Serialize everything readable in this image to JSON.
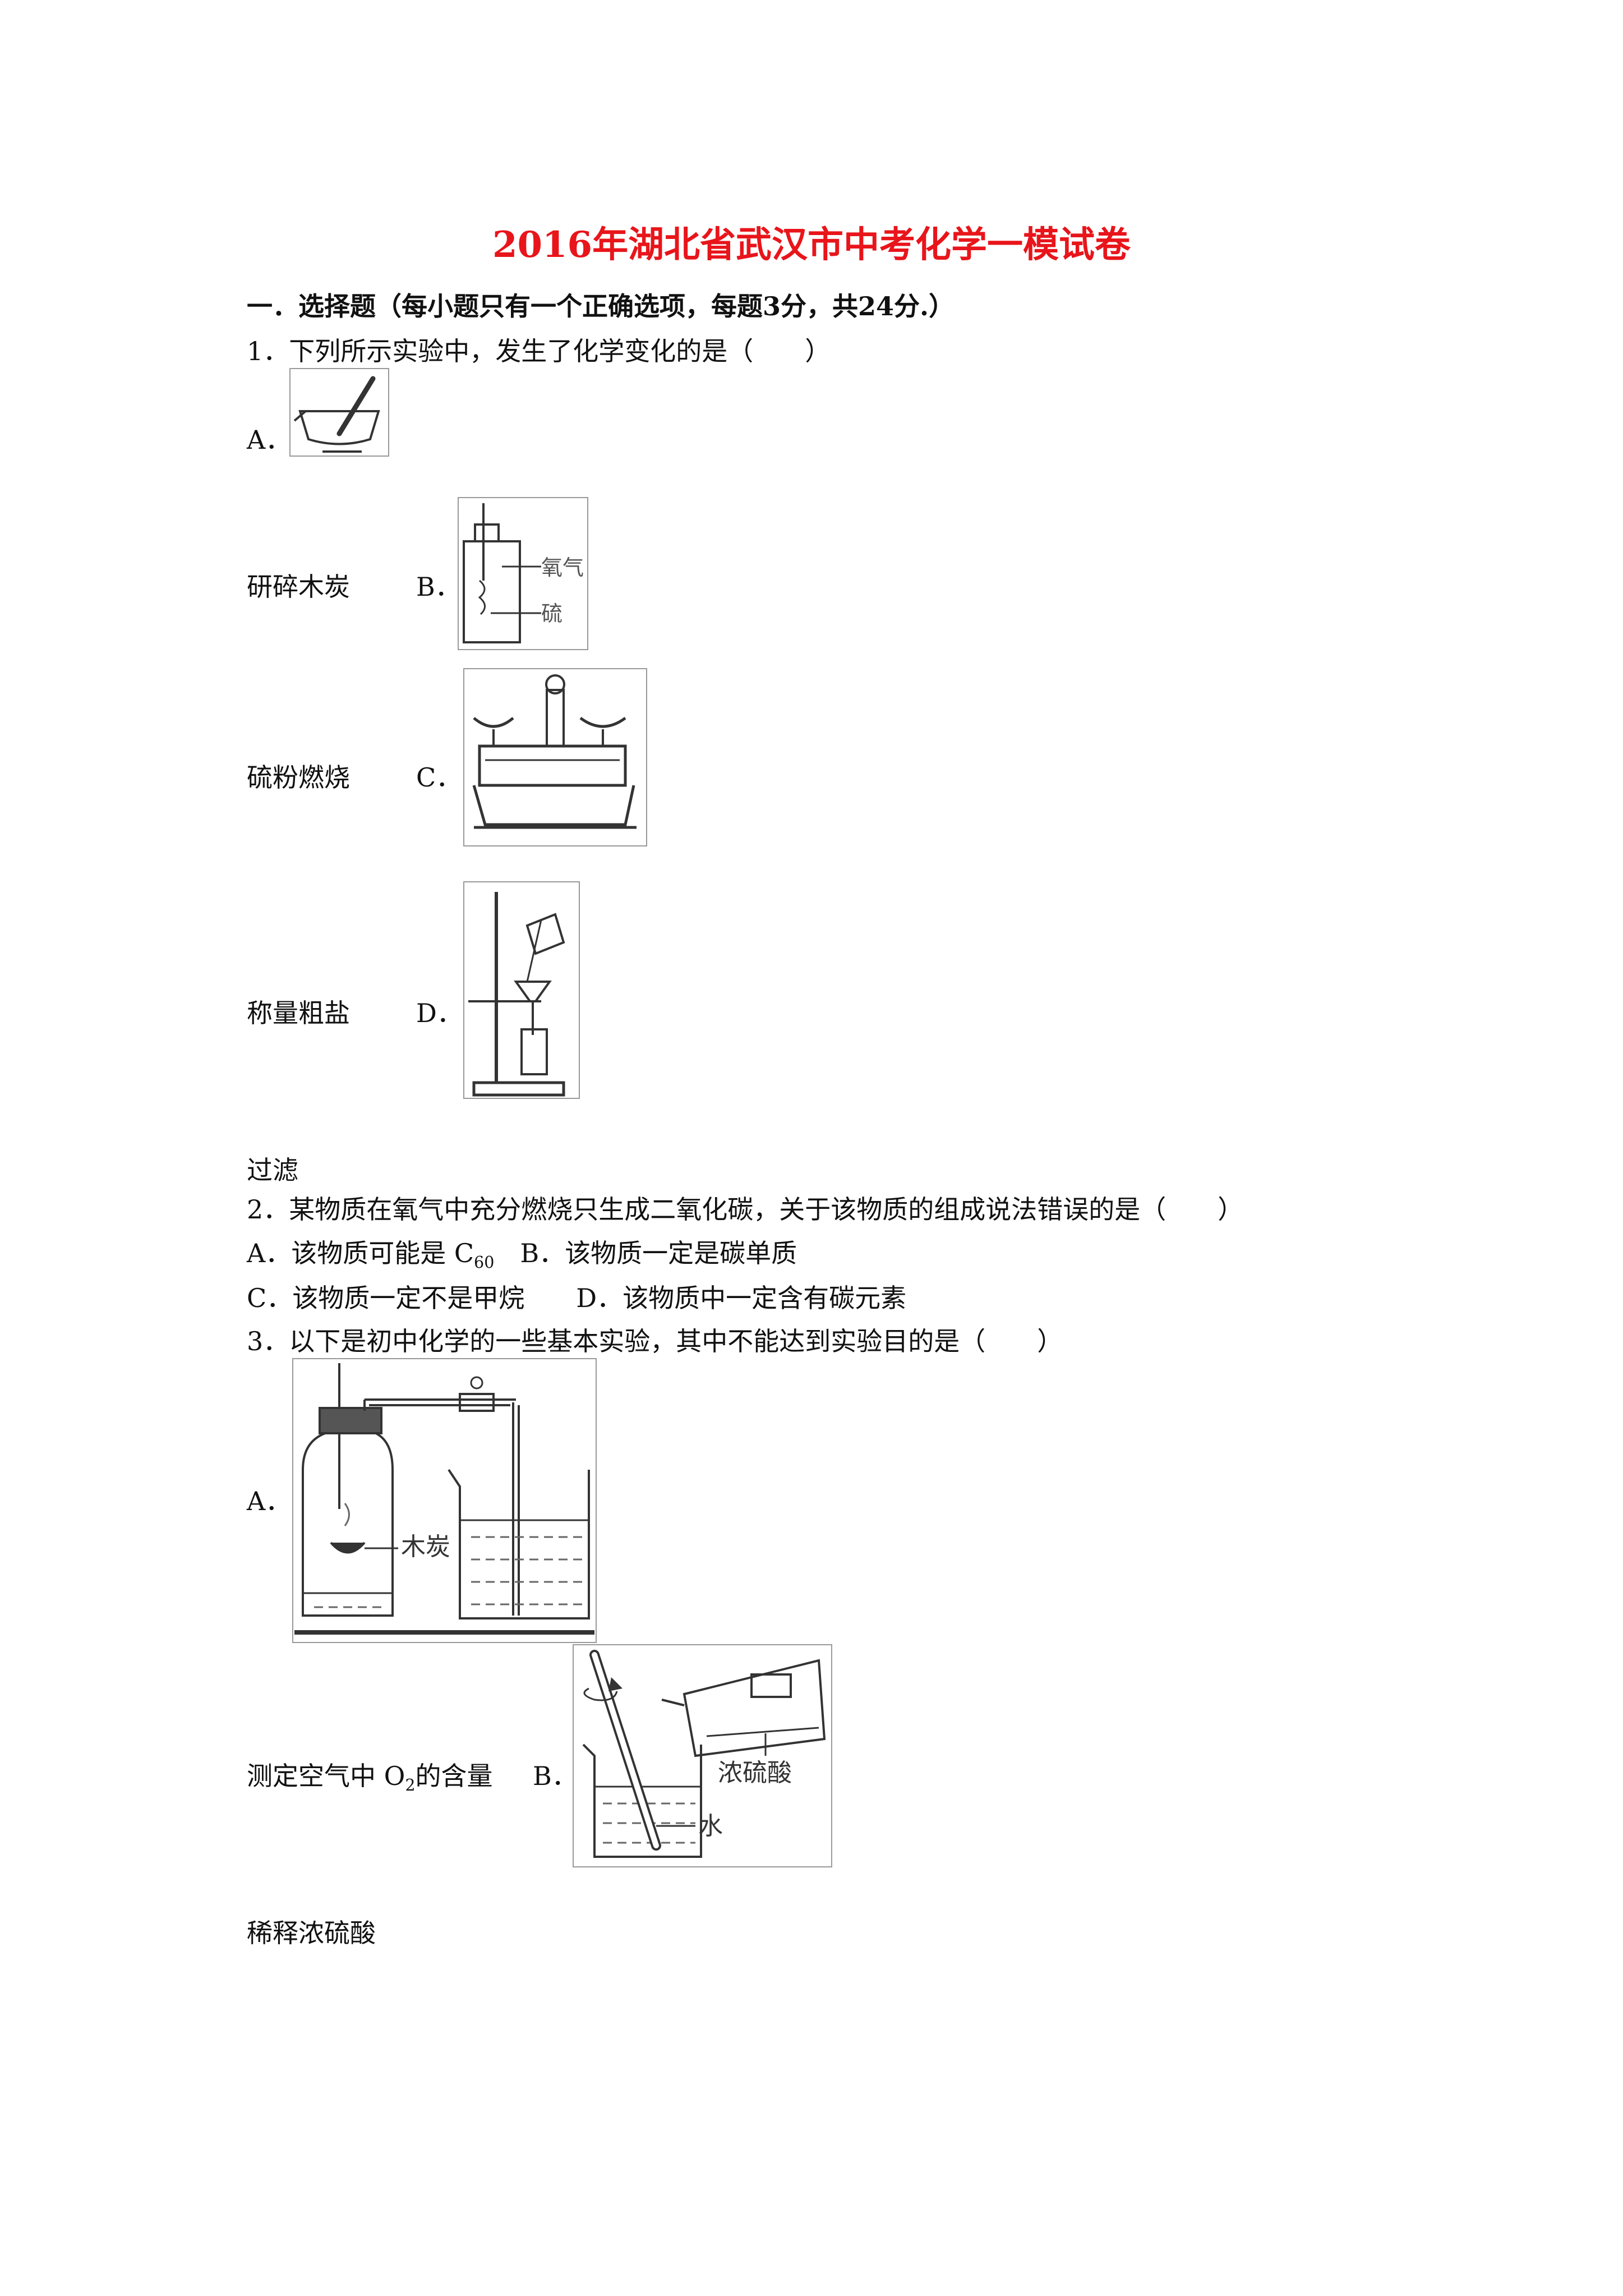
{
  "title": "2016年湖北省武汉市中考化学一模试卷",
  "section1": "一．选择题（每小题只有一个正确选项，每题3分，共24分.）",
  "q1": {
    "stem": "1．下列所示实验中，发生了化学变化的是（　　）",
    "labels": {
      "a": "A．",
      "b": "B．",
      "c": "C．",
      "d": "D．"
    },
    "captions": {
      "a": "研碎木炭",
      "b": "硫粉燃烧",
      "c": "称量粗盐",
      "d": "过滤"
    },
    "fig_b_text": {
      "oxygen": "氧气",
      "sulfur": "硫"
    }
  },
  "q2": {
    "stem": "2．某物质在氧气中充分燃烧只生成二氧化碳，关于该物质的组成说法错误的是（　　）",
    "opt_a_pre": "A．该物质可能是 C",
    "opt_a_sub": "60",
    "opt_b": "B．该物质一定是碳单质",
    "opt_c": "C．该物质一定不是甲烷",
    "opt_d": "D．该物质中一定含有碳元素"
  },
  "q3": {
    "stem": "3．以下是初中化学的一些基本实验，其中不能达到实验目的是（　　）",
    "labels": {
      "a": "A．",
      "b": "B．"
    },
    "caption_a_pre": "测定空气中 O",
    "caption_a_sub": "2",
    "caption_a_post": "的含量",
    "caption_b": "稀释浓硫酸",
    "fig_a_text": {
      "charcoal": "木炭"
    },
    "fig_b_text": {
      "acid": "浓硫酸",
      "water": "水"
    }
  }
}
